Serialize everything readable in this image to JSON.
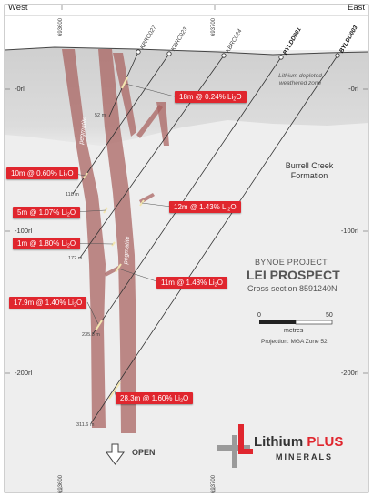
{
  "header": {
    "west": "West",
    "east": "East"
  },
  "eastings": [
    "693600",
    "693700"
  ],
  "rl_labels": [
    "-0rl",
    "-100rl",
    "-200rl"
  ],
  "holes": [
    "KBRC027",
    "KBRC023",
    "KBRC024",
    "BYLDD001",
    "BYLDD003"
  ],
  "depths": [
    "52 m",
    "118 m",
    "172 m",
    "235.8 m",
    "311.6 m"
  ],
  "zones": {
    "weathered": "Lithium depleted weathered zone",
    "formation": "Burrell Creek Formation"
  },
  "pegmatite_label": "pegmatite",
  "intercepts": [
    {
      "main": "18m @ 0.24% Li",
      "sub": "2",
      "end": "O"
    },
    {
      "main": "10m @ 0.60% Li",
      "sub": "2",
      "end": "O"
    },
    {
      "main": "5m @ 1.07% Li",
      "sub": "2",
      "end": "O"
    },
    {
      "main": "12m @ 1.43% Li",
      "sub": "2",
      "end": "O"
    },
    {
      "main": "1m @ 1.80% Li",
      "sub": "2",
      "end": "O"
    },
    {
      "main": "11m @ 1.48% Li",
      "sub": "2",
      "end": "O"
    },
    {
      "main": "17.9m @ 1.40% Li",
      "sub": "2",
      "end": "O"
    },
    {
      "main": "28.3m @ 1.60% Li",
      "sub": "2",
      "end": "O"
    }
  ],
  "project": {
    "name": "BYNOE PROJECT",
    "prospect": "LEI PROSPECT",
    "section": "Cross section 8591240N"
  },
  "scale": {
    "start": "0",
    "end": "50",
    "unit": "metres"
  },
  "projection": "Projection: MGA Zone 52",
  "open_label": "OPEN",
  "logo": {
    "word": "Lithium",
    "plus": "PLUS",
    "sub": "MINERALS"
  },
  "colors": {
    "callout": "#e0262e",
    "pegmatite": "#a8605d",
    "weathered": "#d6d6d6",
    "bedrock": "#eeeeee",
    "brand_red": "#e0262e",
    "brand_grey": "#9a9a9a"
  }
}
